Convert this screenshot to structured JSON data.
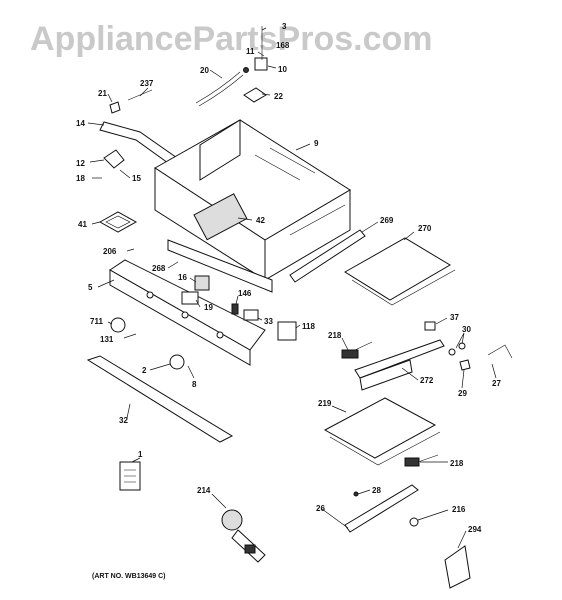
{
  "watermark": "AppliancePartsPros.com",
  "art_number": "(ART NO. WB13649 C)",
  "callouts": {
    "c1": "1",
    "c2": "2",
    "c3": "3",
    "c5": "5",
    "c8": "8",
    "c9": "9",
    "c10": "10",
    "c11": "11",
    "c12": "12",
    "c14": "14",
    "c15": "15",
    "c16": "16",
    "c18": "18",
    "c19": "19",
    "c20": "20",
    "c21": "21",
    "c22": "22",
    "c26": "26",
    "c27": "27",
    "c28": "28",
    "c29": "29",
    "c30": "30",
    "c32": "32",
    "c33": "33",
    "c37": "37",
    "c41": "41",
    "c42": "42",
    "c118": "118",
    "c131": "131",
    "c146": "146",
    "c168": "168",
    "c206": "206",
    "c214": "214",
    "c216": "216",
    "c218a": "218",
    "c218b": "218",
    "c219": "219",
    "c237": "237",
    "c268": "268",
    "c269": "269",
    "c270": "270",
    "c272": "272",
    "c294": "294",
    "c711": "711"
  }
}
